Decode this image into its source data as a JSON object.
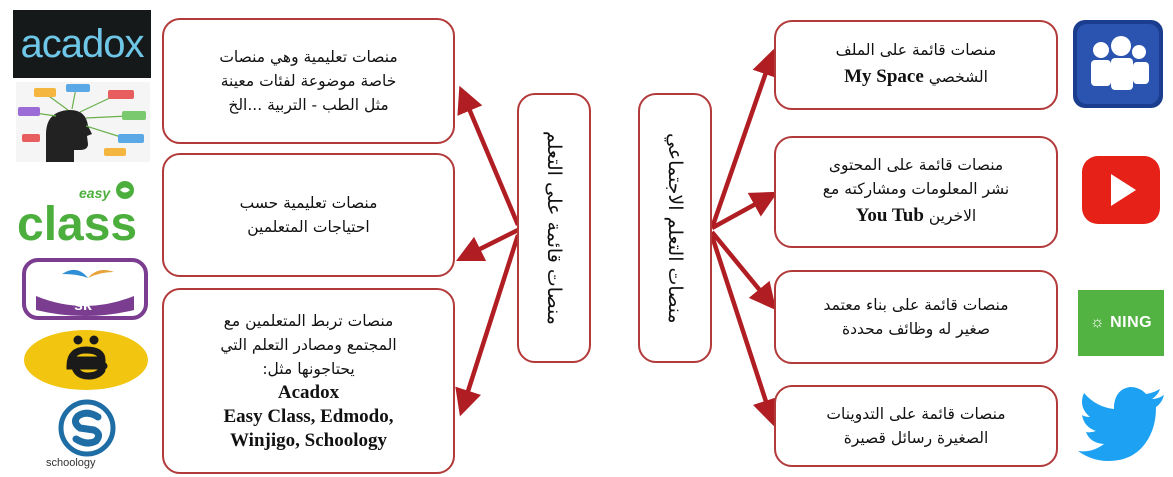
{
  "center": {
    "left_label": "منصات قائمة على التعلم",
    "right_label": "منصات التعلم الاجتماعي"
  },
  "left_boxes": [
    {
      "lines": [
        "منصات تعليمية وهي منصات",
        "خاصة موضوعة لفئات معينة",
        "مثل الطب - التربية ...الخ"
      ]
    },
    {
      "lines": [
        "منصات تعليمية حسب",
        "احتياجات المتعلمين"
      ]
    },
    {
      "lines": [
        "منصات تربط المتعلمين مع",
        "المجتمع ومصادر التعلم التي",
        "يحتاجونها مثل:"
      ],
      "en_lines": [
        "Acadox",
        "Easy Class, Edmodo,",
        "Winjigo, Schoology"
      ]
    }
  ],
  "right_boxes": [
    {
      "lines": [
        "منصات قائمة على الملف",
        "الشخصي"
      ],
      "en": "My Space"
    },
    {
      "lines": [
        "منصات قائمة على المحتوى",
        "نشر المعلومات ومشاركته مع",
        "الاخرين"
      ],
      "en": "You Tub"
    },
    {
      "lines": [
        "منصات قائمة على بناء معتمد",
        "صغير له وظائف محددة"
      ]
    },
    {
      "lines": [
        "منصات قائمة على التدوينات",
        "الصغيرة رسائل قصيرة"
      ]
    }
  ],
  "logos": {
    "acadox_text": "acadox",
    "easy_text": "easy",
    "class_text": "class",
    "sk_text": "sk",
    "schoology_text": "schoology",
    "ning_text": "NING",
    "colors": {
      "arrow": "#b01e23",
      "box_border": "#b33a3a",
      "myspace": "#1b3d8f",
      "youtube": "#e62117",
      "ning": "#53b342",
      "twitter": "#1da1f2",
      "easyclass": "#4caf3d",
      "edmodo": "#f2c511"
    }
  }
}
